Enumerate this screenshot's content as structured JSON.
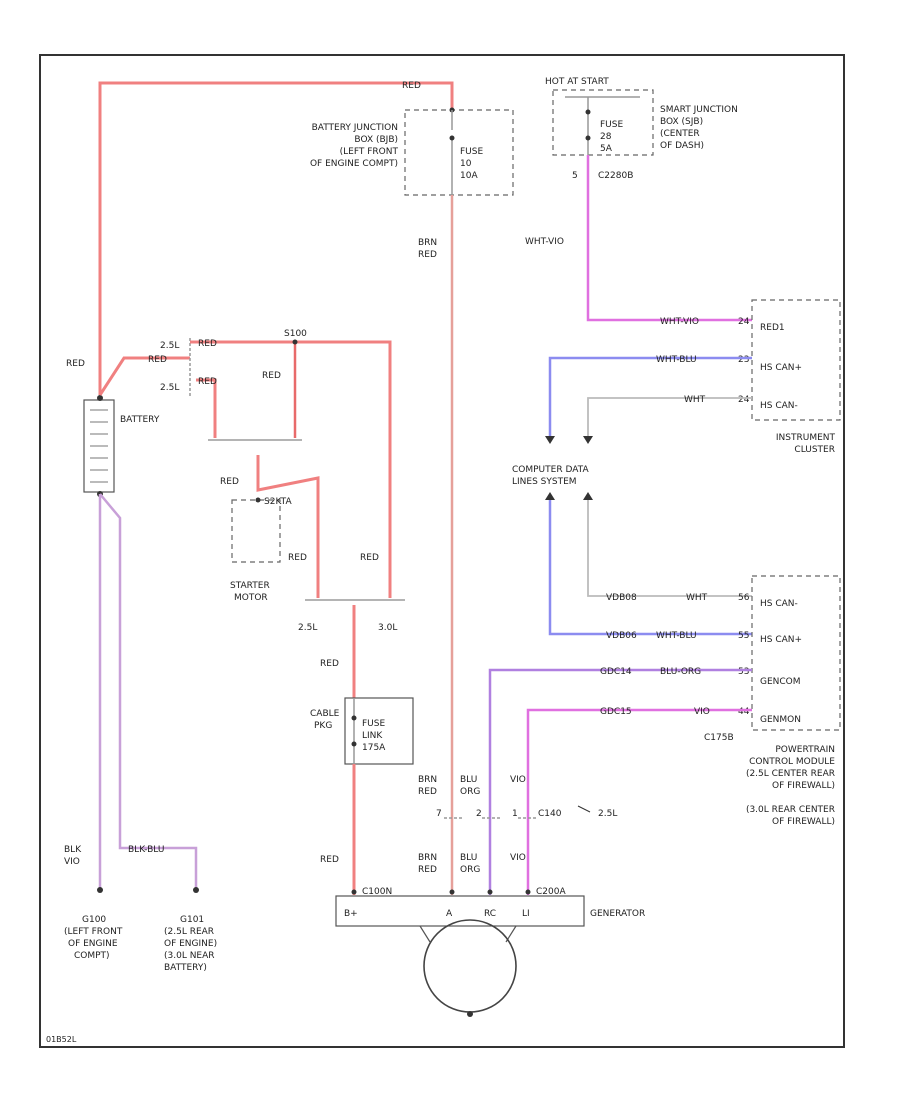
{
  "labels": {
    "battery_junction_box": [
      "BATTERY JUNCTION",
      "BOX (BJB)",
      "(LEFT FRONT",
      "OF ENGINE COMPT)"
    ],
    "bjb_fuse": [
      "FUSE",
      "10",
      "10A"
    ],
    "hot_at_start": "HOT AT START",
    "smart_junction_box": [
      "SMART JUNCTION",
      "BOX (SJB)",
      "(CENTER",
      "OF DASH)"
    ],
    "sjb_fuse": [
      "FUSE",
      "28",
      "5A"
    ],
    "sjb_connector": "C2280B",
    "sjb_pin": "5",
    "wire_red_top": "RED",
    "wire_brn_red": [
      "BRN",
      "RED"
    ],
    "wire_wht_vio": "WHT-VIO",
    "ic_wht_vio": "WHT-VIO",
    "ic_wht_blu": "WHT-BLU",
    "ic_wht": "WHT",
    "ic_pin_1": "24",
    "ic_pin_2": "23",
    "ic_pin_3": "24",
    "ic_pins": [
      "RED1",
      "HS CAN+",
      "HS CAN-"
    ],
    "instrument_cluster": [
      "INSTRUMENT",
      "CLUSTER"
    ],
    "computer_data_lines": [
      "COMPUTER DATA",
      "LINES SYSTEM"
    ],
    "battery": "BATTERY",
    "wire_red_batt": "RED",
    "wire_red_batt2": "RED",
    "engine_25l_1": "2.5L",
    "engine_25l_2": "2.5L",
    "wire_red_a": "RED",
    "wire_red_b": "RED",
    "wire_red_c": "RED",
    "wire_red_d": "RED",
    "wire_red_e": "RED",
    "wire_red_f": "RED",
    "wire_red_g": "RED",
    "wire_red_h": "RED",
    "starter_connector": "S2KTA",
    "starter_motor": [
      "STARTER",
      "MOTOR"
    ],
    "splice_top": "S100",
    "split_25l": "2.5L",
    "split_30l": "3.0L",
    "cable_pkg": [
      "CABLE",
      "PKG"
    ],
    "fuse_link": [
      "FUSE",
      "LINK",
      "175A"
    ],
    "pcm_wht": "WHT",
    "pcm_wht_blu": "WHT-BLU",
    "pcm_blu_org": "BLU-ORG",
    "pcm_vio": "VIO",
    "pcm_circ_1": "VDB08",
    "pcm_circ_2": "VDB06",
    "pcm_circ_3": "GDC14",
    "pcm_circ_4": "GDC15",
    "pcm_pin_1": "56",
    "pcm_pin_2": "55",
    "pcm_pin_3": "53",
    "pcm_pin_4": "44",
    "pcm_pins": [
      "HS CAN-",
      "HS CAN+",
      "GENCOM",
      "GENMON"
    ],
    "pcm_connector": "C175B",
    "pcm_name": [
      "POWERTRAIN",
      "CONTROL MODULE",
      "(2.5L CENTER REAR",
      "OF FIREWALL)",
      "(3.0L REAR CENTER",
      "OF FIREWALL)"
    ],
    "gen_brn_red": [
      "BRN",
      "RED"
    ],
    "gen_blu_org": [
      "BLU",
      "ORG"
    ],
    "gen_vio": "VIO",
    "gen_brn_red2": [
      "BRN",
      "RED"
    ],
    "gen_blu_org2": [
      "BLU",
      "ORG"
    ],
    "gen_vio2": "VIO",
    "c140": "C140",
    "c140_25l": "2.5L",
    "c140_pins": [
      "7",
      "2",
      "1"
    ],
    "gen_red": "RED",
    "gen_conn_1": "C100N",
    "gen_conn_2": "C200A",
    "gen_terms": [
      "B+",
      "A",
      "RC",
      "LI"
    ],
    "generator": "GENERATOR",
    "ground_blk": [
      "BLK",
      "VIO"
    ],
    "ground_blk_blu": "BLK-BLU",
    "g100": [
      "G100",
      "(LEFT FRONT",
      "OF ENGINE",
      "COMPT)"
    ],
    "g101": [
      "G101",
      "(2.5L REAR",
      "OF ENGINE)",
      "(3.0L NEAR",
      "BATTERY)"
    ],
    "corner_id": "01B52L"
  },
  "colors": {
    "red": "#f08080",
    "pink": "#e070e0",
    "blue": "#8c8cf0",
    "violet": "#b080e0",
    "white": "#bbbbbb"
  }
}
